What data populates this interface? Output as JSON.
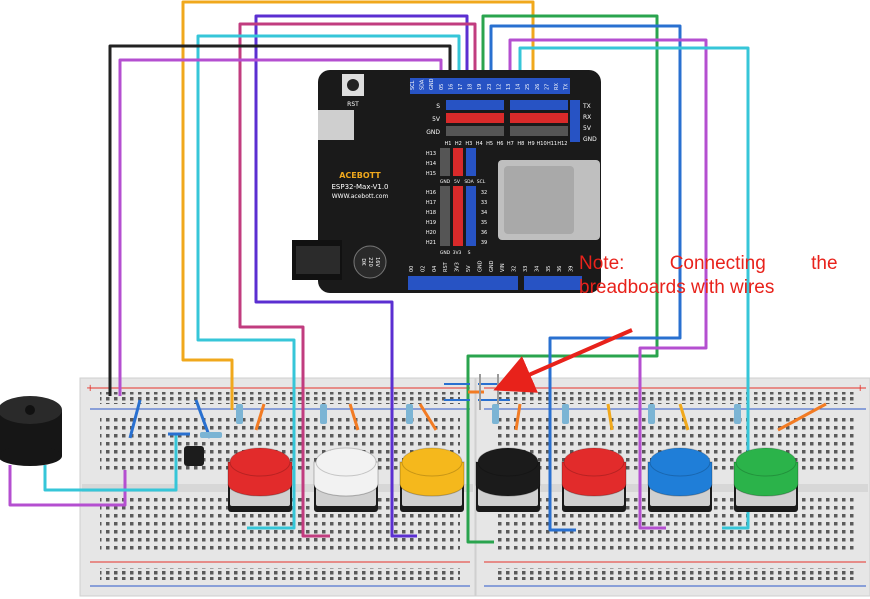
{
  "note": {
    "line1": "Note: Connecting the t",
    "line2": "breadboards with wires"
  },
  "board": {
    "brand": "ACEBOTT",
    "model": "ESP32-Max-V1.0",
    "url": "WWW.acebott.com",
    "rst_label": "RST",
    "top_header_labels": [
      "SCL",
      "SDA",
      "GND",
      "05",
      "16",
      "17",
      "18",
      "19",
      "23",
      "12",
      "13",
      "14",
      "25",
      "26",
      "27",
      "RX",
      "TX"
    ],
    "row_labels": [
      "S",
      "5V",
      "GND"
    ],
    "right_labels": [
      "TX",
      "RX",
      "5V",
      "GND"
    ],
    "h_top_labels": [
      "H1",
      "H2",
      "H3",
      "H4",
      "H5",
      "H6",
      "H7",
      "H8",
      "H9",
      "H10",
      "H11",
      "H12"
    ],
    "h_left_labels": [
      "H13",
      "H14",
      "H15"
    ],
    "h_left_bottom_labels": [
      "H16",
      "H17",
      "H18",
      "H19",
      "H20",
      "H21"
    ],
    "mid_pin_labels": [
      "GND",
      "5V",
      "SDA",
      "SCL"
    ],
    "right_num_labels": [
      "32",
      "33",
      "34",
      "35",
      "36",
      "39"
    ],
    "bottom_labels": [
      "GND",
      "3V3",
      "S"
    ],
    "bottom_header_labels": [
      "00",
      "02",
      "04",
      "RST",
      "3V3",
      "5V",
      "GND",
      "GND",
      "VIN",
      "32",
      "33",
      "34",
      "35",
      "36",
      "39"
    ],
    "cap_labels": [
      "DK",
      "220",
      "16V"
    ]
  },
  "colors": {
    "wire_orange": "#f0a81c",
    "wire_purple": "#5b2fd1",
    "wire_magenta": "#c13c7f",
    "wire_cyan": "#36c6d8",
    "wire_black": "#222222",
    "wire_violet": "#b44fd0",
    "wire_green": "#2aa44e",
    "wire_blue": "#2970d0",
    "rail_red": "#e5332a",
    "rail_blue": "#2c58c9",
    "arrow": "#e8221b",
    "board_black": "#1a1a1a",
    "header_blue": "#2753c4",
    "header_red": "#d92a2a"
  },
  "buttons": [
    {
      "color": "#e22b2b"
    },
    {
      "color": "#f2f2f2"
    },
    {
      "color": "#f5b81c"
    },
    {
      "color": "#1b1b1b"
    },
    {
      "color": "#e22b2b"
    },
    {
      "color": "#1f7ed8"
    },
    {
      "color": "#2bb34a"
    }
  ]
}
